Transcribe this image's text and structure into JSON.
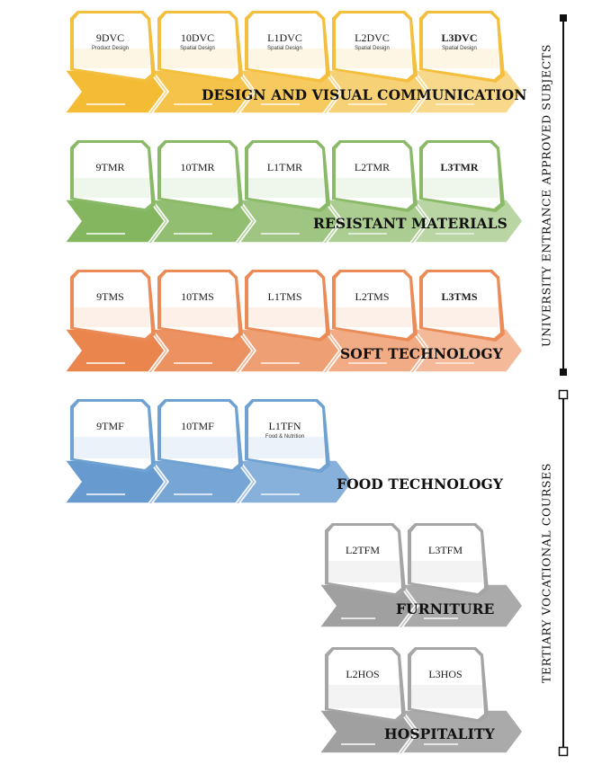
{
  "bands": [
    {
      "title": "DESIGN AND VISUAL COMMUNICATION",
      "color": "#f3b82a",
      "cards": [
        {
          "code": "9DVC",
          "sub": "Product Design",
          "bold": false
        },
        {
          "code": "10DVC",
          "sub": "Spatial Design",
          "bold": false
        },
        {
          "code": "L1DVC",
          "sub": "Spatial Design",
          "bold": false
        },
        {
          "code": "L2DVC",
          "sub": "Spatial Design",
          "bold": false
        },
        {
          "code": "L3DVC",
          "sub": "Spatial Design",
          "bold": true
        }
      ]
    },
    {
      "title": "RESISTANT MATERIALS",
      "color": "#7db257",
      "cards": [
        {
          "code": "9TMR",
          "sub": "",
          "bold": false
        },
        {
          "code": "10TMR",
          "sub": "",
          "bold": false
        },
        {
          "code": "L1TMR",
          "sub": "",
          "bold": false
        },
        {
          "code": "L2TMR",
          "sub": "",
          "bold": false
        },
        {
          "code": "L3TMR",
          "sub": "",
          "bold": true
        }
      ]
    },
    {
      "title": "SOFT TECHNOLOGY",
      "color": "#e97f45",
      "cards": [
        {
          "code": "9TMS",
          "sub": "",
          "bold": false
        },
        {
          "code": "10TMS",
          "sub": "",
          "bold": false
        },
        {
          "code": "L1TMS",
          "sub": "",
          "bold": false
        },
        {
          "code": "L2TMS",
          "sub": "",
          "bold": false
        },
        {
          "code": "L3TMS",
          "sub": "",
          "bold": true
        }
      ]
    },
    {
      "title": "FOOD TECHNOLOGY",
      "color": "#5f96cd",
      "cards": [
        {
          "code": "9TMF",
          "sub": "",
          "bold": false
        },
        {
          "code": "10TMF",
          "sub": "",
          "bold": false
        },
        {
          "code": "L1TFN",
          "sub": "Food & Nutrition",
          "bold": false
        }
      ]
    },
    {
      "title": "FURNITURE",
      "color": "#9b9b9b",
      "cards": [
        {
          "code": "L2TFM",
          "sub": "",
          "bold": false
        },
        {
          "code": "L3TFM",
          "sub": "",
          "bold": false
        }
      ]
    },
    {
      "title": "HOSPITALITY",
      "color": "#9b9b9b",
      "cards": [
        {
          "code": "L2HOS",
          "sub": "",
          "bold": false
        },
        {
          "code": "L3HOS",
          "sub": "",
          "bold": false
        }
      ]
    }
  ],
  "side_labels": {
    "upper": "UNIVERSITY ENTRANCE APPROVED SUBJECTS",
    "lower": "TERTIARY VOCATIONAL COURSES"
  }
}
